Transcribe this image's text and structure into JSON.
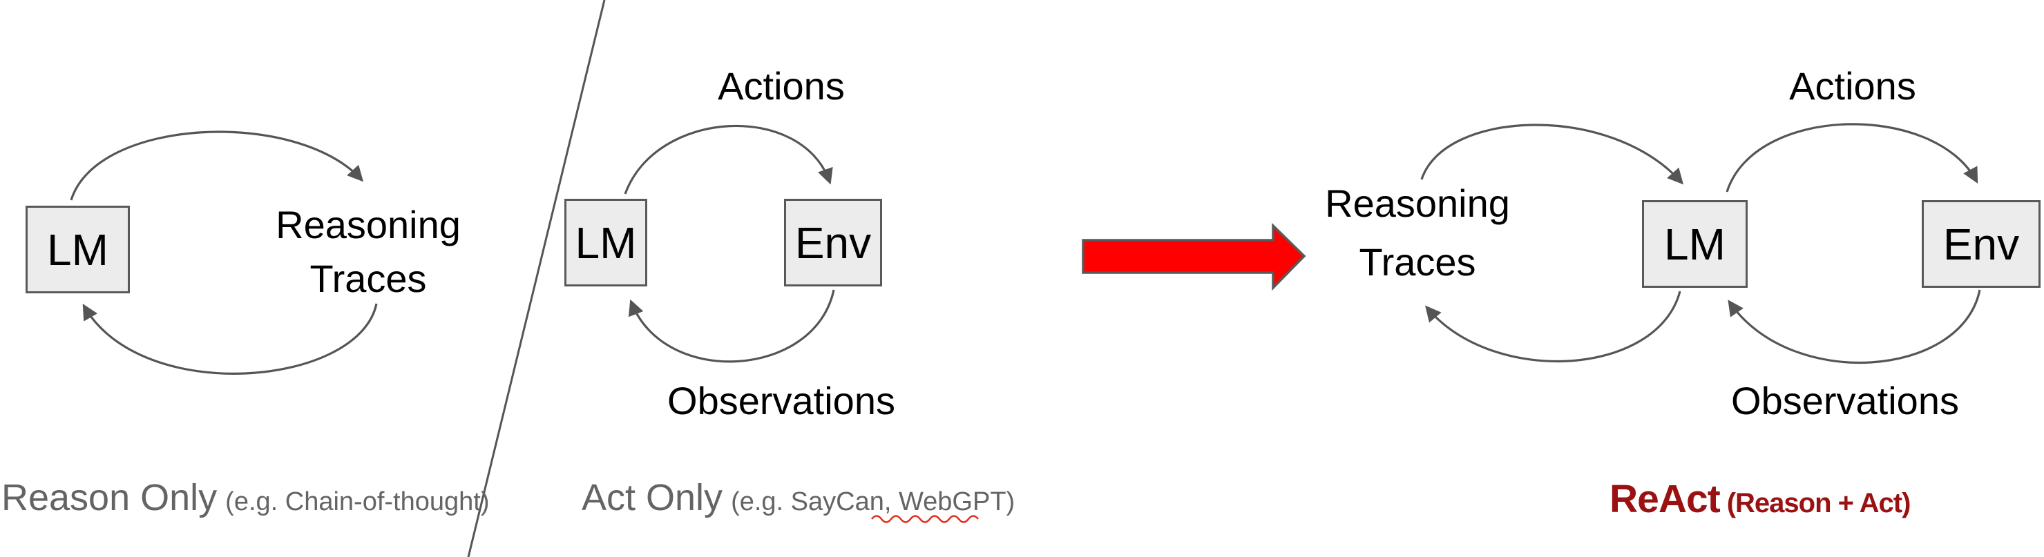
{
  "panels": {
    "reason_only": {
      "lm_box_label": "LM",
      "node_line1": "Reasoning",
      "node_line2": "Traces",
      "caption_main": "Reason Only",
      "caption_note": "(e.g. Chain-of-thought)"
    },
    "act_only": {
      "lm_box_label": "LM",
      "env_box_label": "Env",
      "top_label": "Actions",
      "bottom_label": "Observations",
      "caption_main": "Act Only",
      "caption_note": "(e.g. SayCan, WebGPT)"
    },
    "react": {
      "node_line1": "Reasoning",
      "node_line2": "Traces",
      "lm_box_label": "LM",
      "env_box_label": "Env",
      "top_label": "Actions",
      "bottom_label": "Observations",
      "caption_main": "ReAct",
      "caption_note": "(Reason + Act)"
    }
  },
  "colors": {
    "arrow_red": "#fe0000",
    "react_red": "#9b1111",
    "caption_gray": "#646464",
    "stroke_gray": "#555555",
    "box_border": "#595959",
    "box_fill": "#ececec",
    "squiggle_red": "#e0301e",
    "label_black": "#000000"
  }
}
